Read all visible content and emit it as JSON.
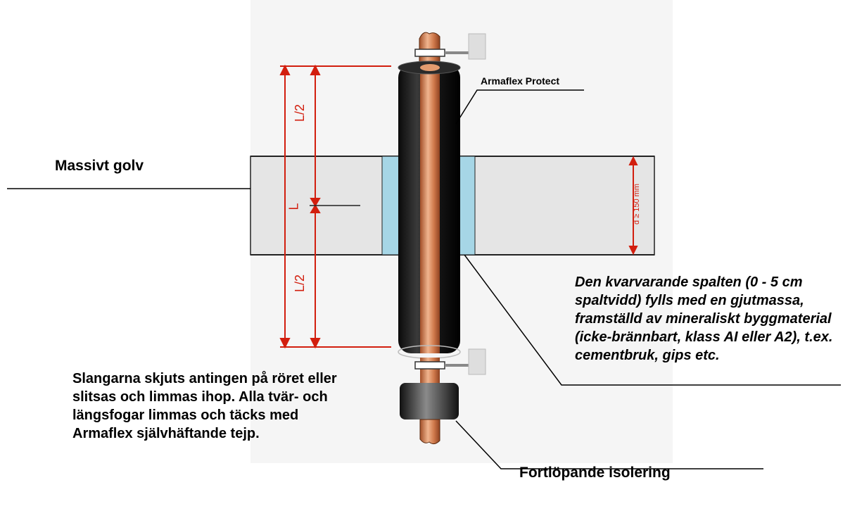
{
  "labels": {
    "floor": "Massivt golv",
    "sleeve_note": "Slangarna skjuts antingen på röret eller slitsas och limmas ihop. Alla tvär- och längsfogar limmas och täcks med Armaflex självhäftande tejp.",
    "gap_note": "Den kvarvarande spalten (0 - 5 cm spaltvidd) fylls med en gjutmassa, framställd av mineraliskt byggmaterial (icke-brännbart, klass AI eller A2), t.ex. cementbruk, gips etc.",
    "continuous": "Fortlöpande isolering",
    "product": "Armaflex Protect"
  },
  "dimensions": {
    "total": "L",
    "half_upper": "L/2",
    "half_lower": "L/2",
    "floor_thickness": "d ≥ 150 mm"
  },
  "colors": {
    "dimension": "#d21e0e",
    "floor": "#e5e5e5",
    "gap_fill": "#a6d6e6",
    "insulation": "#202020",
    "pipe": "#c8754a"
  }
}
